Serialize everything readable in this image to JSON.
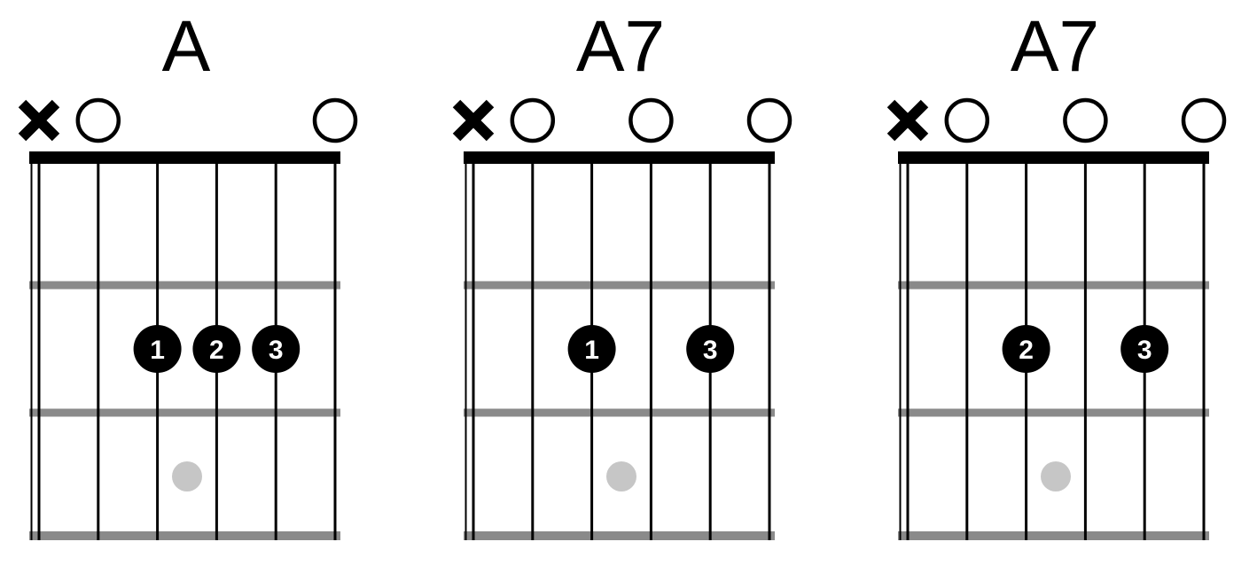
{
  "page": {
    "background": "#ffffff",
    "content": "guitar-chord-diagrams"
  },
  "style": {
    "nut": "#000000",
    "mark": "#000000",
    "fret_wire": "#8a8a8a",
    "inlay_dot": "#c6c6c6",
    "finger_dot": "#000000",
    "finger_text": "#ffffff",
    "string_line": "#000000"
  },
  "legend": {
    "muted_symbol": "x",
    "open_symbol": "o"
  },
  "diagrams": [
    {
      "title": "A",
      "frets_shown": 3,
      "strings": [
        {
          "string": 6,
          "state": "muted"
        },
        {
          "string": 5,
          "state": "open"
        },
        {
          "string": 4,
          "state": "fretted"
        },
        {
          "string": 3,
          "state": "fretted"
        },
        {
          "string": 2,
          "state": "fretted"
        },
        {
          "string": 1,
          "state": "open"
        }
      ],
      "fingers": [
        {
          "string": 4,
          "fret": 2,
          "finger": "1"
        },
        {
          "string": 3,
          "fret": 2,
          "finger": "2"
        },
        {
          "string": 2,
          "fret": 2,
          "finger": "3"
        }
      ],
      "inlay": {
        "fret": 3
      }
    },
    {
      "title": "A7",
      "frets_shown": 3,
      "strings": [
        {
          "string": 6,
          "state": "muted"
        },
        {
          "string": 5,
          "state": "open"
        },
        {
          "string": 4,
          "state": "fretted"
        },
        {
          "string": 3,
          "state": "open"
        },
        {
          "string": 2,
          "state": "fretted"
        },
        {
          "string": 1,
          "state": "open"
        }
      ],
      "fingers": [
        {
          "string": 4,
          "fret": 2,
          "finger": "1"
        },
        {
          "string": 2,
          "fret": 2,
          "finger": "3"
        }
      ],
      "inlay": {
        "fret": 3
      }
    },
    {
      "title": "A7",
      "frets_shown": 3,
      "strings": [
        {
          "string": 6,
          "state": "muted"
        },
        {
          "string": 5,
          "state": "open"
        },
        {
          "string": 4,
          "state": "fretted"
        },
        {
          "string": 3,
          "state": "open"
        },
        {
          "string": 2,
          "state": "fretted"
        },
        {
          "string": 1,
          "state": "open"
        }
      ],
      "fingers": [
        {
          "string": 4,
          "fret": 2,
          "finger": "2"
        },
        {
          "string": 2,
          "fret": 2,
          "finger": "3"
        }
      ],
      "inlay": {
        "fret": 3
      }
    }
  ]
}
